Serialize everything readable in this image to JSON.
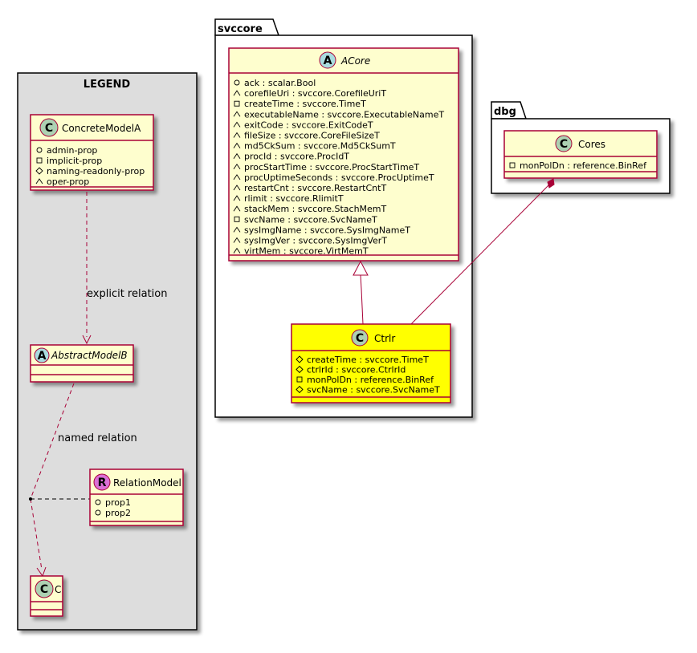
{
  "legend": {
    "title": "LEGEND",
    "concrete": {
      "name": "ConcreteModelA",
      "stereotype_letter": "C",
      "attributes": [
        {
          "vis": "+",
          "text": "admin-prop"
        },
        {
          "vis": "-",
          "text": "implicit-prop"
        },
        {
          "vis": "#",
          "text": "naming-readonly-prop"
        },
        {
          "vis": "~",
          "text": "oper-prop"
        }
      ]
    },
    "explicit_relation_label": "explicit relation",
    "abstract": {
      "name": "AbstractModelB",
      "stereotype_letter": "A"
    },
    "named_relation_label": "named relation",
    "relation": {
      "name": "RelationModel",
      "stereotype_letter": "R",
      "attributes": [
        {
          "vis": "+",
          "text": "prop1"
        },
        {
          "vis": "+",
          "text": "prop2"
        }
      ]
    },
    "c_class": {
      "name": "C",
      "stereotype_letter": "C"
    }
  },
  "svccore": {
    "package_name": "svccore",
    "acore": {
      "name": "ACore",
      "stereotype_letter": "A",
      "attributes": [
        {
          "vis": "+",
          "text": "ack : scalar.Bool"
        },
        {
          "vis": "~",
          "text": "corefileUri : svccore.CorefileUriT"
        },
        {
          "vis": "-",
          "text": "createTime : svccore.TimeT"
        },
        {
          "vis": "~",
          "text": "executableName : svccore.ExecutableNameT"
        },
        {
          "vis": "~",
          "text": "exitCode : svccore.ExitCodeT"
        },
        {
          "vis": "~",
          "text": "fileSize : svccore.CoreFileSizeT"
        },
        {
          "vis": "~",
          "text": "md5CkSum : svccore.Md5CkSumT"
        },
        {
          "vis": "~",
          "text": "procId : svccore.ProcIdT"
        },
        {
          "vis": "~",
          "text": "procStartTime : svccore.ProcStartTimeT"
        },
        {
          "vis": "~",
          "text": "procUptimeSeconds : svccore.ProcUptimeT"
        },
        {
          "vis": "~",
          "text": "restartCnt : svccore.RestartCntT"
        },
        {
          "vis": "~",
          "text": "rlimit : svccore.RlimitT"
        },
        {
          "vis": "~",
          "text": "stackMem : svccore.StachMemT"
        },
        {
          "vis": "-",
          "text": "svcName : svccore.SvcNameT"
        },
        {
          "vis": "~",
          "text": "sysImgName : svccore.SysImgNameT"
        },
        {
          "vis": "~",
          "text": "sysImgVer : svccore.SysImgVerT"
        },
        {
          "vis": "~",
          "text": "virtMem : svccore.VirtMemT"
        }
      ]
    },
    "ctrlr": {
      "name": "Ctrlr",
      "stereotype_letter": "C",
      "attributes": [
        {
          "vis": "#",
          "text": "createTime : svccore.TimeT"
        },
        {
          "vis": "#",
          "text": "ctrlrId : svccore.CtrlrId"
        },
        {
          "vis": "-",
          "text": "monPolDn : reference.BinRef"
        },
        {
          "vis": "#",
          "text": "svcName : svccore.SvcNameT"
        }
      ]
    }
  },
  "dbg": {
    "package_name": "dbg",
    "cores": {
      "name": "Cores",
      "stereotype_letter": "C",
      "attributes": [
        {
          "vis": "-",
          "text": "monPolDn : reference.BinRef"
        }
      ]
    }
  },
  "colors": {
    "class_fill": "#FEFECE",
    "class_border": "#A80036",
    "highlight_fill": "#FFFF00",
    "legend_fill": "#DDDDDD",
    "circle_c": "#ADD1B2",
    "circle_a": "#A9DCDF",
    "circle_r": "#DA70D6",
    "relation_line": "#A80036"
  }
}
